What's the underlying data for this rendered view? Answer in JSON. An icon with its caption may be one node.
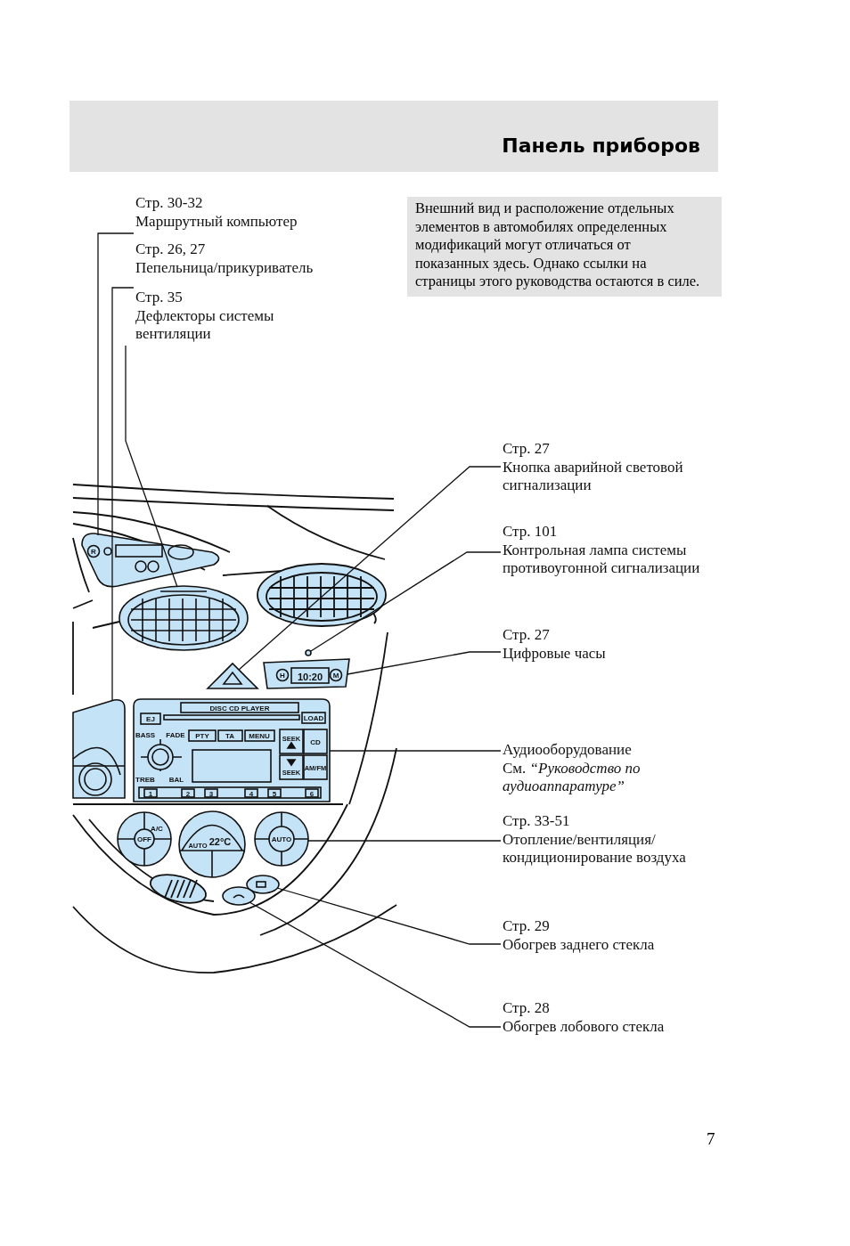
{
  "diagram": {
    "title": "Панель приборов",
    "nodes": [
      {
        "text": [
          "Стр. 30-32",
          "Маршрутный компьютер"
        ]
      },
      {
        "text": [
          "Стр. 26, 27",
          "Пепельница/прикуриватель"
        ]
      },
      {
        "text": [
          "Стр. 35",
          "Дефлекторы системы вентиляции"
        ]
      },
      {
        "text": [
          "Стр. 27",
          "Кнопка аварийной световой сигнализации"
        ]
      },
      {
        "text": [
          "Стр. 101",
          "Контрольная лампа системы противоугонной сигнализации"
        ]
      },
      {
        "text": [
          "Стр. 27",
          "Цифровые часы"
        ]
      },
      {
        "text": [
          "Аудиооборудование",
          "См. *“Руководство по аудиоаппаратуре”*"
        ]
      },
      {
        "text": [
          "Стр. 33-51",
          "Отопление/вентиляция/ кондиционирование воздуха"
        ]
      },
      {
        "text": [
          "Стр. 29",
          "Обогрев заднего стекла"
        ]
      },
      {
        "text": [
          "Стр. 28",
          "Обогрев лобового стекла"
        ]
      },
      {
        "text": [],
        "shape": "box"
      },
      {
        "text": [],
        "shape": "box"
      },
      {
        "text": [],
        "shape": "oval"
      },
      {
        "text": [],
        "shape": "triangle"
      },
      {
        "text": [],
        "shape": "circle"
      },
      {
        "text": [],
        "shape": "box"
      },
      {
        "text": [],
        "shape": "box"
      },
      {
        "text": [],
        "shape": "circle"
      },
      {
        "text": [],
        "shape": "oval"
      },
      {
        "text": [],
        "shape": "oval"
      }
    ],
    "edges": [
      {
        "from": 0,
        "to": 10,
        "arrow": "none"
      },
      {
        "from": 1,
        "to": 11,
        "arrow": "none"
      },
      {
        "from": 2,
        "to": 12,
        "arrow": "none"
      },
      {
        "from": 3,
        "to": 13,
        "arrow": "none"
      },
      {
        "from": 4,
        "to": 14,
        "arrow": "none"
      },
      {
        "from": 5,
        "to": 15,
        "arrow": "none"
      },
      {
        "from": 6,
        "to": 16,
        "arrow": "none"
      },
      {
        "from": 7,
        "to": 17,
        "arrow": "none"
      },
      {
        "from": 8,
        "to": 18,
        "arrow": "none"
      },
      {
        "from": 9,
        "to": 19,
        "arrow": "none"
      }
    ],
    "labels": [
      "Внешний вид и расположение отдельных элементов в автомобилях определенных модификаций могут отличаться от показанных здесь. Однако ссылки на страницы этого руководства остаются в силе.",
      "R",
      "H",
      "10:20",
      "M",
      "DISC CD PLAYER",
      "EJ",
      "LOAD",
      "BASS",
      "FADE",
      "PTY",
      "TA",
      "MENU",
      "SEEK",
      "CD",
      "SEEK",
      "TREB",
      "BAL",
      "AM/FM",
      "1",
      "2",
      "3",
      "4",
      "5",
      "6",
      "A/C",
      "OFF",
      "22°C",
      "AUTO",
      "AUTO",
      "7"
    ]
  }
}
